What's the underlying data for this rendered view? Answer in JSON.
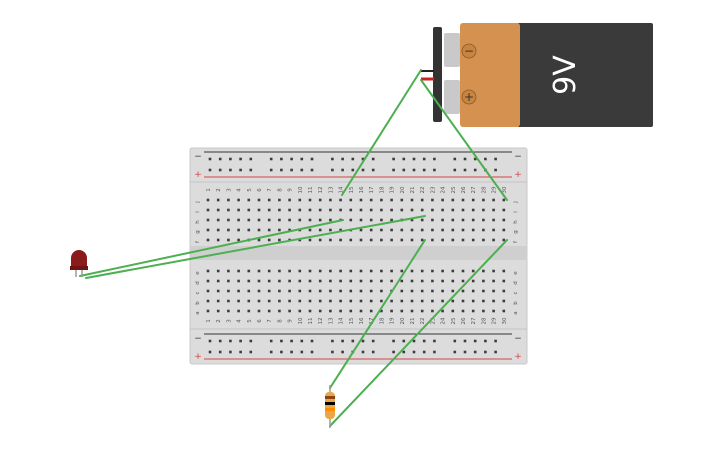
{
  "battery": {
    "label": "9V",
    "neg_symbol": "−",
    "pos_symbol": "+",
    "colors": {
      "body": "#3a3a3a",
      "copper": "#d4914f",
      "terminal": "#c9c9c9",
      "clip": "#333333"
    }
  },
  "breadboard": {
    "rail_neg_symbol": "−",
    "rail_pos_symbol": "+",
    "row_letters_top": [
      "j",
      "i",
      "h",
      "g",
      "f"
    ],
    "row_letters_bottom": [
      "e",
      "d",
      "c",
      "b",
      "a"
    ],
    "column_count": 30,
    "colors": {
      "body": "#dcdcdc",
      "hole": "#3c3c3c",
      "rail_neg": "#333333",
      "rail_pos": "#d64545"
    }
  },
  "led": {
    "color": "#8b1a1a"
  },
  "resistor": {
    "bands": [
      "#8b4513",
      "#000000",
      "#ff8c00"
    ],
    "body": "#e8a84a"
  },
  "wire_color": "#4caf50"
}
